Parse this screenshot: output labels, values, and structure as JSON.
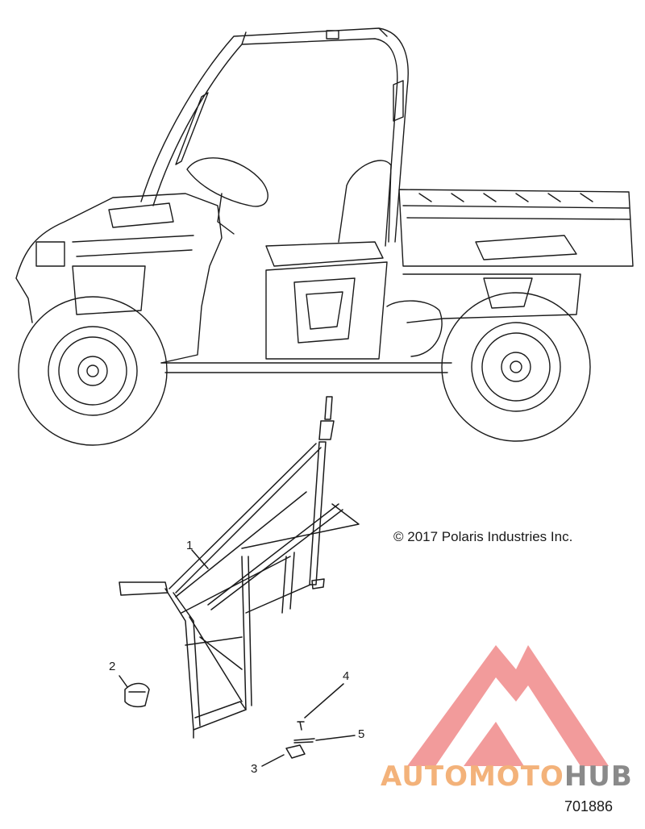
{
  "copyright": "© 2017 Polaris Industries Inc.",
  "diagram_number": "701886",
  "callouts": [
    {
      "label": "1",
      "part": "door-frame"
    },
    {
      "label": "2",
      "part": "clip"
    },
    {
      "label": "3",
      "part": "latch"
    },
    {
      "label": "4",
      "part": "screw"
    },
    {
      "label": "5",
      "part": "spring"
    }
  ],
  "watermark": {
    "text_part1": "AUTOMOTO",
    "text_part2": "HUB",
    "colors": {
      "triangle": "#f08a8a",
      "text_orange": "#f3b27a",
      "text_gray": "#8a8a8a"
    }
  },
  "line_color": "#1a1a1a"
}
